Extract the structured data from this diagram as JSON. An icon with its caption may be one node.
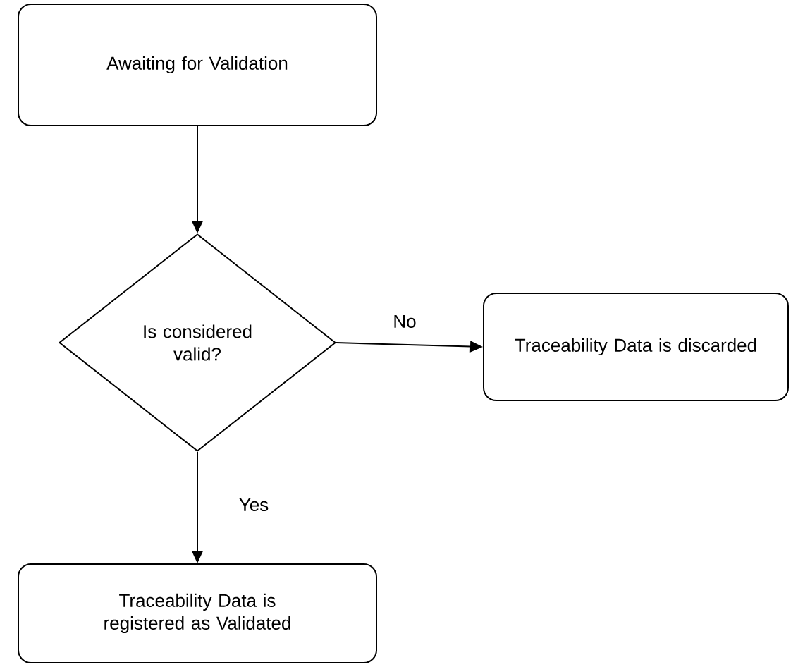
{
  "diagram": {
    "nodes": [
      {
        "text": [
          "Awaiting for Validation"
        ]
      },
      {
        "text": [
          "Is considered valid?"
        ]
      },
      {
        "text": [
          "Traceability Data is discarded"
        ]
      },
      {
        "text": [
          "Traceability Data is registered as Validated"
        ]
      }
    ],
    "edges": [
      {
        "from": 0,
        "to": 1,
        "arrow": "to"
      },
      {
        "from": 1,
        "to": 2,
        "arrow": "to",
        "label": "No"
      },
      {
        "from": 1,
        "to": 3,
        "arrow": "to",
        "label": "Yes"
      }
    ]
  }
}
